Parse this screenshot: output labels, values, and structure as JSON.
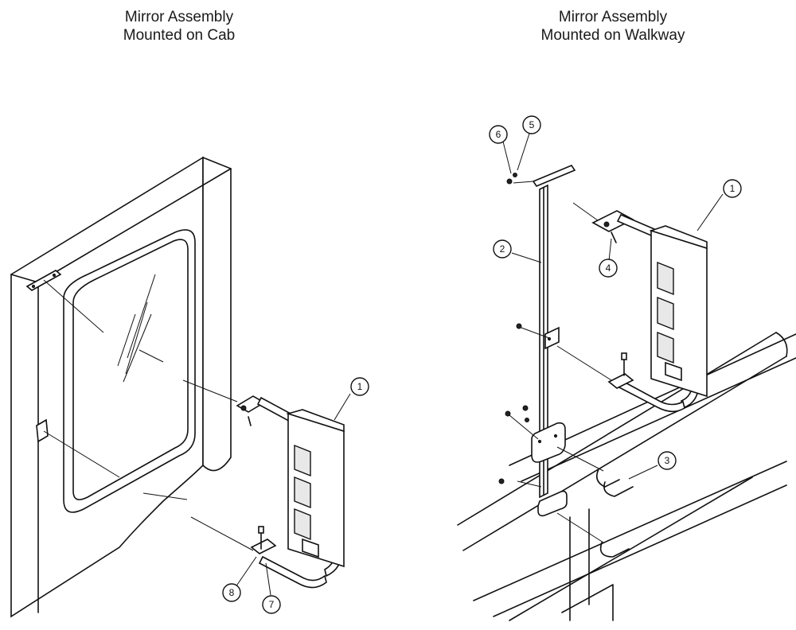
{
  "titles": {
    "left": {
      "line1": "Mirror Assembly",
      "line2": "Mounted on Cab"
    },
    "right": {
      "line1": "Mirror Assembly",
      "line2": "Mounted on Walkway"
    }
  },
  "callouts": {
    "left": [
      "1",
      "8",
      "7"
    ],
    "right": [
      "6",
      "5",
      "1",
      "2",
      "4",
      "3"
    ]
  }
}
